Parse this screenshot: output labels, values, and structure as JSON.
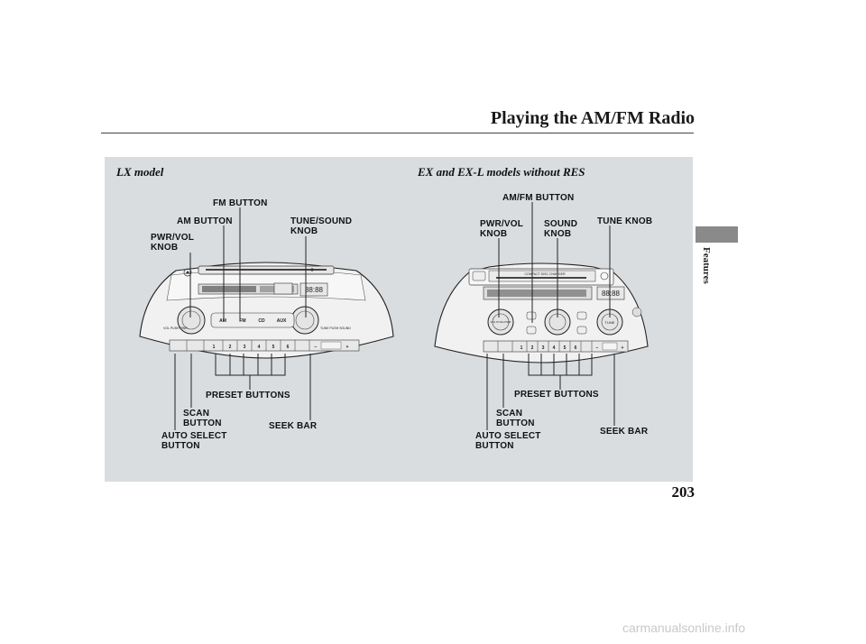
{
  "page_title": "Playing the AM/FM Radio",
  "side_tab_label": "Features",
  "page_number": "203",
  "watermark": "carmanualsonline.info",
  "lx": {
    "section_label": "LX model",
    "callouts": {
      "fm_button": "FM BUTTON",
      "am_button": "AM BUTTON",
      "tune_sound_knob": "TUNE/SOUND\nKNOB",
      "pwr_vol_knob": "PWR/VOL\nKNOB",
      "preset_buttons": "PRESET BUTTONS",
      "scan_button": "SCAN\nBUTTON",
      "seek_bar": "SEEK BAR",
      "auto_select_button": "AUTO SELECT\nBUTTON"
    },
    "unit": {
      "buttons": [
        "AM",
        "FM",
        "CD",
        "AUX"
      ],
      "presets": [
        "1",
        "2",
        "3",
        "4",
        "5",
        "6"
      ],
      "display_digits": "88:88",
      "knob_left_caption": "VOL PUSH PWR",
      "knob_right_caption": "TUNE PUSH SOUND"
    }
  },
  "ex": {
    "section_label": "EX and EX-L models without RES",
    "callouts": {
      "am_fm_button": "AM/FM BUTTON",
      "pwr_vol_knob": "PWR/VOL\nKNOB",
      "sound_knob": "SOUND\nKNOB",
      "tune_knob": "TUNE KNOB",
      "preset_buttons": "PRESET BUTTONS",
      "scan_button": "SCAN\nBUTTON",
      "seek_bar": "SEEK BAR",
      "auto_select_button": "AUTO SELECT\nBUTTON"
    },
    "unit": {
      "disc_label": "COMPACT DISC CHANGER",
      "presets": [
        "1",
        "2",
        "3",
        "4",
        "5",
        "6"
      ],
      "display_digits": "88:88",
      "knob_left_caption": "VOL PUSH PWR",
      "knob_right_caption": "TUNE"
    }
  },
  "colors": {
    "panel": "#d9dde0",
    "line": "#222222",
    "unit_fill": "#f1f1f1"
  }
}
